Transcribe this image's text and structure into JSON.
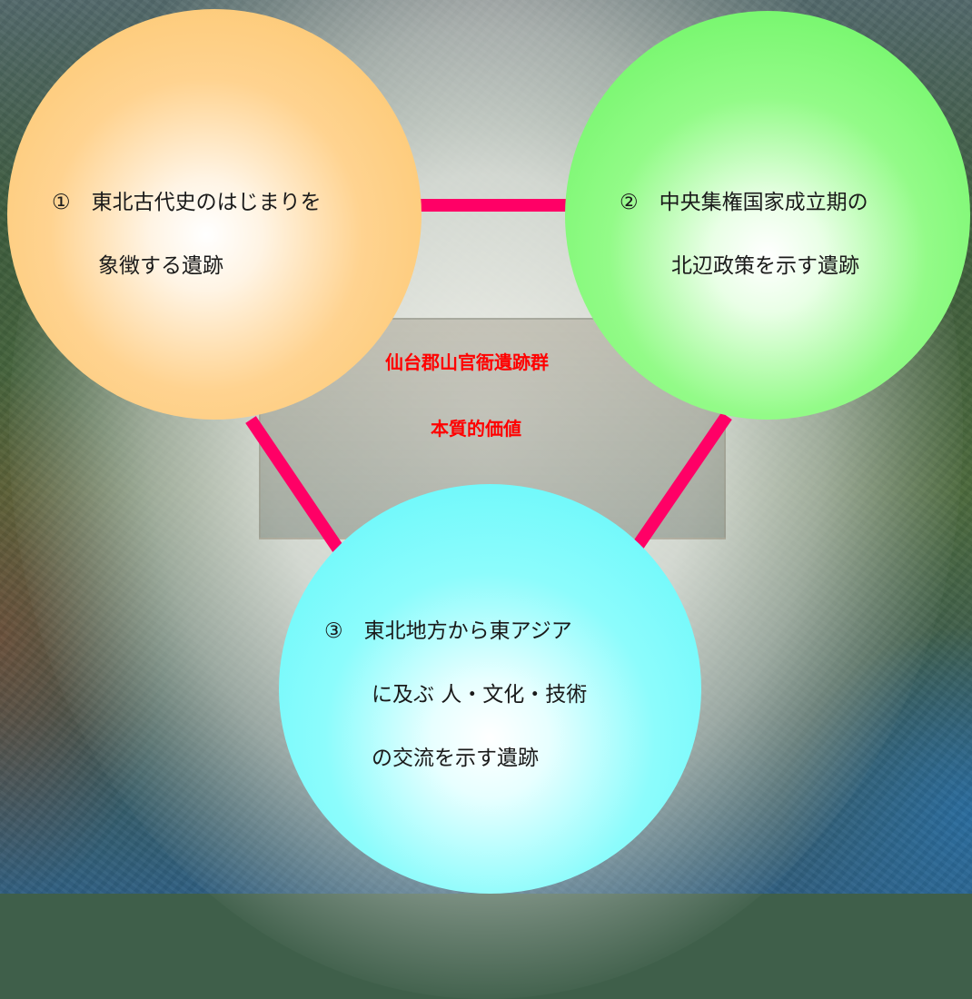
{
  "center": {
    "title": "仙台郡山官衙遺跡群",
    "subtitle": "本質的価値"
  },
  "values": [
    {
      "lines": [
        "①　東北古代史のはじまりを",
        "象徴する遺跡"
      ],
      "color": "#fbc465"
    },
    {
      "lines": [
        "②　中央集権国家成立期の",
        "北辺政策を示す遺跡"
      ],
      "color": "#64f35c"
    },
    {
      "lines": [
        "③　東北地方から東アジア",
        "に及ぶ 人・文化・技術",
        "の交流を示す遺跡"
      ],
      "color": "#5cf6fa"
    }
  ],
  "connector_color": "#ff0066"
}
